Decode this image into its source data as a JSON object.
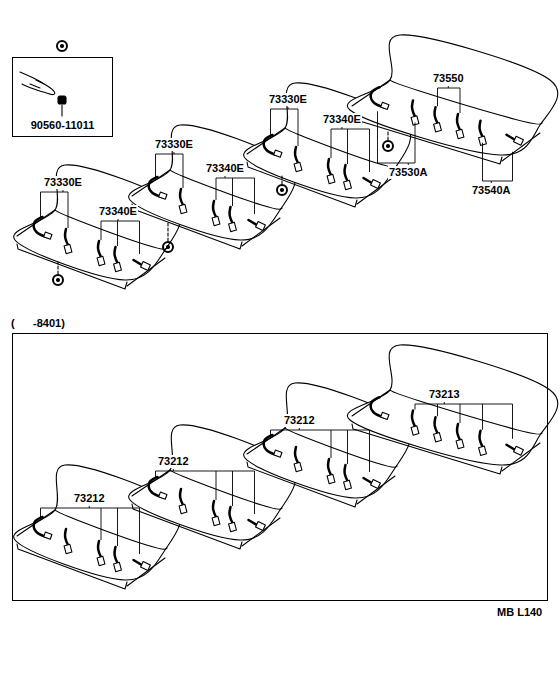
{
  "diagram": {
    "nodes": [
      {
        "text": [
          "90560-11011"
        ]
      },
      {
        "text": [
          "(      -8401)"
        ]
      }
    ],
    "labels": [
      "73330E",
      "73340E",
      "73330E",
      "73340E",
      "73330E",
      "73340E",
      "73550",
      "73530A",
      "73540A",
      "73212",
      "73212",
      "73212",
      "73213",
      "MB L140"
    ]
  }
}
